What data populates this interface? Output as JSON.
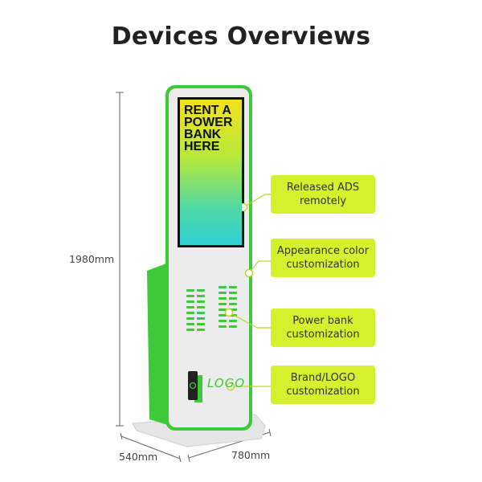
{
  "title": "Devices Overviews",
  "dimensions": {
    "height": "1980mm",
    "depth": "540mm",
    "width": "780mm"
  },
  "screen": {
    "headline": "RENT A POWER BANK HERE"
  },
  "panel": {
    "logo": "LOGO"
  },
  "callouts": [
    {
      "label": "Released ADS remotely"
    },
    {
      "label": "Appearance color customization"
    },
    {
      "label": "Power bank customization"
    },
    {
      "label": "Brand/LOGO customization"
    }
  ],
  "colors": {
    "accent_green": "#3ec93a",
    "callout_bg": "#d3f12d"
  }
}
